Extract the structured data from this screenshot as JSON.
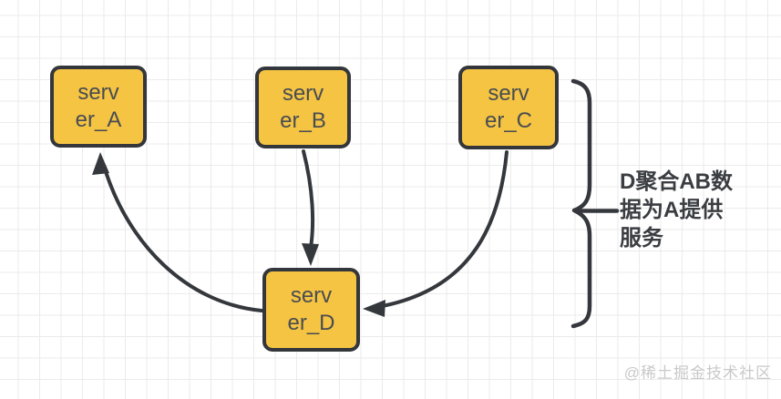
{
  "diagram": {
    "nodes": [
      {
        "id": "server_A",
        "label": "server_A",
        "lines": [
          "serv",
          "er_A"
        ]
      },
      {
        "id": "server_B",
        "label": "server_B",
        "lines": [
          "serv",
          "er_B"
        ]
      },
      {
        "id": "server_C",
        "label": "server_C",
        "lines": [
          "serv",
          "er_C"
        ]
      },
      {
        "id": "server_D",
        "label": "server_D",
        "lines": [
          "serv",
          "er_D"
        ]
      }
    ],
    "edges": [
      {
        "from": "server_B",
        "to": "server_D"
      },
      {
        "from": "server_C",
        "to": "server_D"
      },
      {
        "from": "server_D",
        "to": "server_A"
      }
    ],
    "summary": {
      "text": "D聚合AB数据为A提供服务",
      "lines": [
        "D聚合AB数",
        "据为A提供",
        "服务"
      ]
    },
    "watermark": "@稀土掘金技术社区",
    "colors": {
      "node_fill": "#F5C443",
      "node_border": "#33363B",
      "node_text": "#494C51",
      "arrow": "#34373C",
      "summary_text": "#3A3D41",
      "watermark": "#C9C9C9",
      "grid_line": "#EBEBEB",
      "background": "#FFFFFF"
    }
  }
}
